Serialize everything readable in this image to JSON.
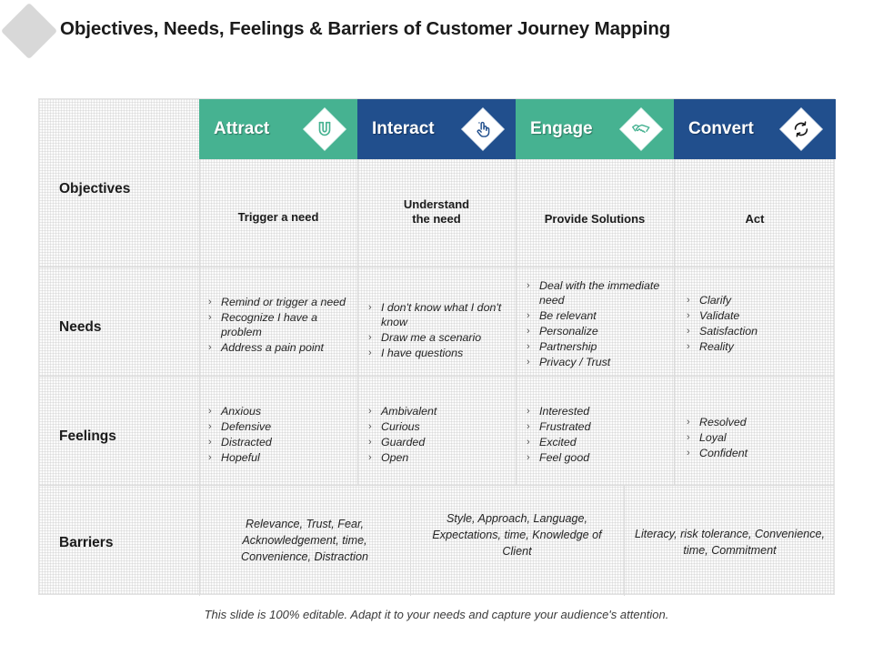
{
  "page_title": "Objectives, Needs, Feelings & Barriers of Customer Journey Mapping",
  "colors": {
    "green": "#46b291",
    "blue": "#214f8d",
    "grid_line": "#dcdcdc",
    "cell_background": "#fbfbfb",
    "diamond_decor": "#d8d8d8"
  },
  "stages": [
    {
      "label": "Attract",
      "icon": "magnet-icon",
      "color": "green"
    },
    {
      "label": "Interact",
      "icon": "touch-finger-icon",
      "color": "blue"
    },
    {
      "label": "Engage",
      "icon": "handshake-icon",
      "color": "green"
    },
    {
      "label": "Convert",
      "icon": "cycle-arrows-icon",
      "color": "blue"
    }
  ],
  "rows": {
    "objectives": {
      "label": "Objectives",
      "cells": [
        "Trigger a need",
        "Understand\nthe need",
        "Provide Solutions",
        "Act"
      ]
    },
    "needs": {
      "label": "Needs",
      "cells": [
        [
          "Remind or trigger a need",
          "Recognize I have a problem",
          "Address a pain point"
        ],
        [
          "I don't know what I don't know",
          "Draw me a scenario",
          "I have questions"
        ],
        [
          "Deal with the immediate need",
          "Be relevant",
          "Personalize",
          "Partnership",
          "Privacy / Trust"
        ],
        [
          "Clarify",
          "Validate",
          "Satisfaction",
          "Reality"
        ]
      ]
    },
    "feelings": {
      "label": "Feelings",
      "cells": [
        [
          "Anxious",
          "Defensive",
          "Distracted",
          "Hopeful"
        ],
        [
          "Ambivalent",
          "Curious",
          "Guarded",
          "Open"
        ],
        [
          "Interested",
          "Frustrated",
          "Excited",
          "Feel good"
        ],
        [
          "Resolved",
          "Loyal",
          "Confident"
        ]
      ]
    },
    "barriers": {
      "label": "Barriers",
      "cells": [
        "Relevance, Trust, Fear, Acknowledgement, time, Convenience, Distraction",
        "Style, Approach, Language, Expectations, time, Knowledge of Client",
        "Literacy, risk tolerance, Convenience, time, Commitment"
      ]
    }
  },
  "footer_note": "This slide is 100% editable. Adapt it to your needs and capture your audience's attention."
}
